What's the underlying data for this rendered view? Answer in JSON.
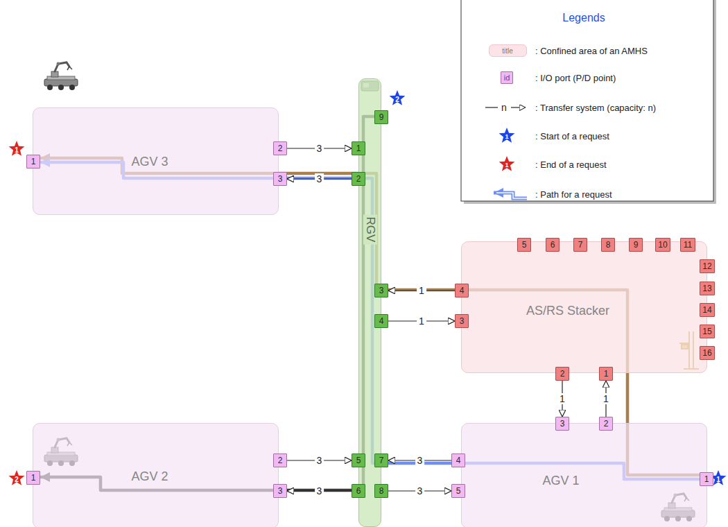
{
  "diagram": {
    "nodes": [
      {
        "text": [
          "AGV 3"
        ]
      },
      {
        "text": [
          "1"
        ],
        "in": 0
      },
      {
        "text": [
          "2"
        ],
        "in": 0
      },
      {
        "text": [
          "3"
        ],
        "in": 0
      },
      {
        "text": [
          "RGV"
        ]
      },
      {
        "text": [
          "9"
        ],
        "in": 4
      },
      {
        "text": [
          "1"
        ],
        "in": 4
      },
      {
        "text": [
          "2"
        ],
        "in": 4
      },
      {
        "text": [
          "3"
        ],
        "in": 4
      },
      {
        "text": [
          "4"
        ],
        "in": 4
      },
      {
        "text": [
          "5"
        ],
        "in": 4
      },
      {
        "text": [
          "7"
        ],
        "in": 4
      },
      {
        "text": [
          "6"
        ],
        "in": 4
      },
      {
        "text": [
          "8"
        ],
        "in": 4
      },
      {
        "text": [
          "AS/RS Stacker"
        ]
      },
      {
        "text": [
          "5"
        ],
        "in": 14
      },
      {
        "text": [
          "6"
        ],
        "in": 14
      },
      {
        "text": [
          "7"
        ],
        "in": 14
      },
      {
        "text": [
          "8"
        ],
        "in": 14
      },
      {
        "text": [
          "9"
        ],
        "in": 14
      },
      {
        "text": [
          "10"
        ],
        "in": 14
      },
      {
        "text": [
          "11"
        ],
        "in": 14
      },
      {
        "text": [
          "12"
        ],
        "in": 14
      },
      {
        "text": [
          "13"
        ],
        "in": 14
      },
      {
        "text": [
          "14"
        ],
        "in": 14
      },
      {
        "text": [
          "15"
        ],
        "in": 14
      },
      {
        "text": [
          "16"
        ],
        "in": 14
      },
      {
        "text": [
          "4"
        ],
        "in": 14
      },
      {
        "text": [
          "3"
        ],
        "in": 14
      },
      {
        "text": [
          "2"
        ],
        "in": 14
      },
      {
        "text": [
          "1"
        ],
        "in": 14
      },
      {
        "text": [
          "AGV 2"
        ]
      },
      {
        "text": [
          "2"
        ],
        "in": 31
      },
      {
        "text": [
          "1"
        ],
        "in": 31
      },
      {
        "text": [
          "3"
        ],
        "in": 31
      },
      {
        "text": [
          "AGV 1"
        ]
      },
      {
        "text": [
          "3"
        ],
        "in": 35
      },
      {
        "text": [
          "2"
        ],
        "in": 35
      },
      {
        "text": [
          "4"
        ],
        "in": 35
      },
      {
        "text": [
          "1"
        ],
        "in": 35
      },
      {
        "text": [
          "5"
        ],
        "in": 35
      }
    ],
    "edges": [
      {
        "from": 2,
        "to": 6,
        "arrow": "to",
        "label": "3"
      },
      {
        "from": 7,
        "to": 3,
        "arrow": "to",
        "label": "3"
      },
      {
        "from": 27,
        "to": 8,
        "arrow": "to",
        "label": "1"
      },
      {
        "from": 9,
        "to": 28,
        "arrow": "to",
        "label": "1"
      },
      {
        "from": 29,
        "to": 36,
        "arrow": "to",
        "label": "1"
      },
      {
        "from": 37,
        "to": 30,
        "arrow": "to",
        "label": "1"
      },
      {
        "from": 32,
        "to": 10,
        "arrow": "to",
        "label": "3"
      },
      {
        "from": 12,
        "to": 34,
        "arrow": "to",
        "label": "3"
      },
      {
        "from": 38,
        "to": 11,
        "arrow": "to",
        "label": "3"
      },
      {
        "from": 13,
        "to": 40,
        "arrow": "to",
        "label": "3"
      }
    ],
    "labels": [
      "Legends",
      "title",
      "id",
      "n",
      "1",
      "1",
      "2",
      "1",
      "1",
      "2"
    ],
    "legend": [
      {
        "text": ": Confined area of an AMHS",
        "color": "#fbe3e8"
      },
      {
        "text": ": I/O port (P/D point)",
        "color": "#f2b8f2"
      },
      {
        "text": ": Transfer system (capacity: n)"
      },
      {
        "text": ": Start of a request"
      },
      {
        "text": ": End of a request"
      },
      {
        "text": ": Path for a request"
      }
    ]
  }
}
